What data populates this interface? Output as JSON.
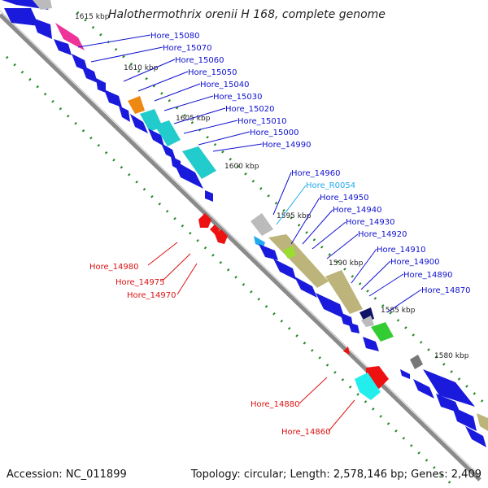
{
  "title": "Halothermothrix orenii H 168, complete genome",
  "accession": "Accession: NC_011899",
  "topology": "Topology: circular; Length: 2,578,146 bp; Genes: 2,409",
  "kbp_ticks": [
    "1615 kbp",
    "1610 kbp",
    "1605 kbp",
    "1600 kbp",
    "1595 kbp",
    "1590 kbp",
    "1585 kbp",
    "1580 kbp"
  ],
  "colors": {
    "forward": "#1a1adc",
    "reverse": "#ee1111",
    "label_blue": "#1010d0",
    "label_cyan": "#22aaee",
    "backbone": "#888888"
  },
  "labels_forward": [
    "Hore_15080",
    "Hore_15070",
    "Hore_15060",
    "Hore_15050",
    "Hore_15040",
    "Hore_15030",
    "Hore_15020",
    "Hore_15010",
    "Hore_15000",
    "Hore_14990",
    "Hore_14960",
    "Hore_R0054",
    "Hore_14950",
    "Hore_14940",
    "Hore_14930",
    "Hore_14920",
    "Hore_14910",
    "Hore_14900",
    "Hore_14890",
    "Hore_14870"
  ],
  "labels_reverse": [
    "Hore_14980",
    "Hore_14975",
    "Hore_14970",
    "Hore_14880",
    "Hore_14860"
  ]
}
